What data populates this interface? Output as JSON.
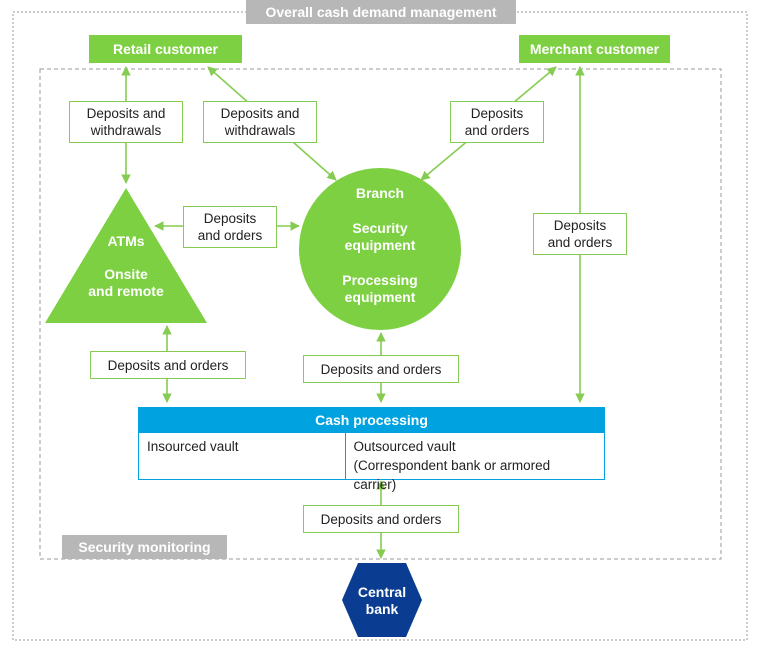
{
  "outer_title": "Overall cash demand management",
  "inner_label": "Security monitoring",
  "retail_customer": "Retail customer",
  "merchant_customer": "Merchant customer",
  "atms": {
    "title": "ATMs",
    "line1": "Onsite",
    "line2": "and remote"
  },
  "branch": {
    "title": "Branch",
    "line1": "Security",
    "line2": "equipment",
    "line3": "Processing",
    "line4": "equipment"
  },
  "cash_processing": {
    "title": "Cash processing",
    "left": "Insourced vault",
    "right_line1": "Outsourced vault",
    "right_line2": "(Correspondent bank or armored carrier)"
  },
  "central_bank": {
    "line1": "Central",
    "line2": "bank"
  },
  "flow_labels": {
    "retail_atm": [
      "Deposits and",
      "withdrawals"
    ],
    "retail_branch": [
      "Deposits and",
      "withdrawals"
    ],
    "merchant_branch": [
      "Deposits",
      "and orders"
    ],
    "atm_branch": [
      "Deposits",
      "and orders"
    ],
    "merchant_cash": [
      "Deposits",
      "and orders"
    ],
    "atm_cash": "Deposits and orders",
    "branch_cash": "Deposits and orders",
    "cash_central": "Deposits and orders"
  },
  "colors": {
    "green": "#7ed043",
    "line_green": "#86cc52",
    "blue": "#00a3e0",
    "navy": "#0a3d91",
    "grey": "#b7b7b7"
  }
}
